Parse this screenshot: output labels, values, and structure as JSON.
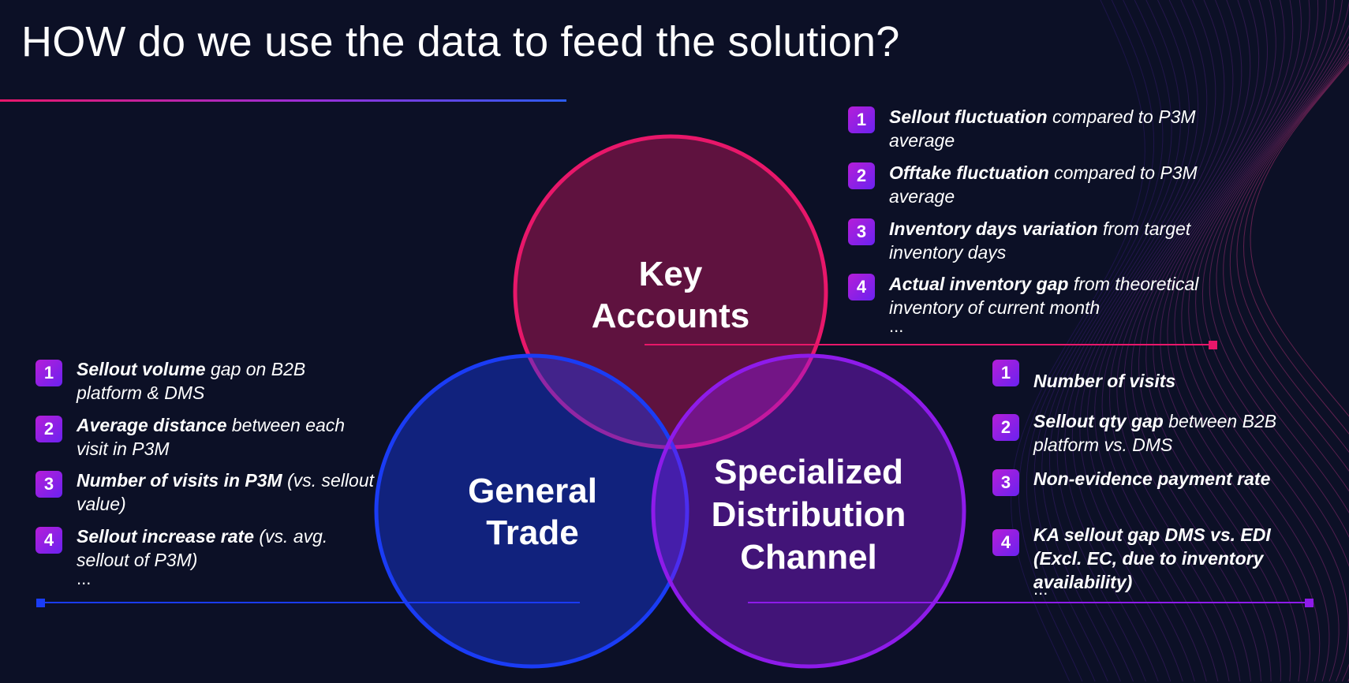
{
  "title": "HOW do we use the data to feed the solution?",
  "colors": {
    "background": "#0c1026",
    "key_accounts": "#e8176a",
    "general_trade": "#1a3cf5",
    "specialized": "#8e1bea",
    "badge": "#9a22e4"
  },
  "circles": {
    "key_accounts": {
      "line1": "Key",
      "line2": "Accounts"
    },
    "general_trade": {
      "line1": "General",
      "line2": "Trade"
    },
    "specialized": {
      "line1": "Specialized",
      "line2": "Distribution",
      "line3": "Channel"
    }
  },
  "key_accounts_list": {
    "items": [
      {
        "num": "1",
        "bold": "Sellout fluctuation",
        "rest": " compared to P3M average"
      },
      {
        "num": "2",
        "bold": "Offtake fluctuation",
        "rest": " compared to P3M average"
      },
      {
        "num": "3",
        "bold": "Inventory days variation",
        "rest": " from target inventory days"
      },
      {
        "num": "4",
        "bold": "Actual inventory gap",
        "rest": " from theoretical inventory of current month"
      }
    ],
    "ellipsis": "..."
  },
  "general_trade_list": {
    "items": [
      {
        "num": "1",
        "bold": "Sellout volume",
        "rest": " gap on B2B platform & DMS"
      },
      {
        "num": "2",
        "bold": "Average distance",
        "rest": " between each visit in P3M"
      },
      {
        "num": "3",
        "bold": "Number of visits in P3M",
        "rest": " (vs. sellout value)"
      },
      {
        "num": "4",
        "bold": "Sellout increase rate",
        "rest": " (vs. avg. sellout of P3M)"
      }
    ],
    "ellipsis": "..."
  },
  "specialized_list": {
    "items": [
      {
        "num": "1",
        "bold": "Number of visits",
        "rest": ""
      },
      {
        "num": "2",
        "bold": "Sellout qty gap",
        "rest": " between B2B platform vs. DMS"
      },
      {
        "num": "3",
        "bold": "Non-evidence payment rate",
        "rest": ""
      },
      {
        "num": "4",
        "bold": "KA sellout gap DMS vs. EDI (Excl. EC, due to inventory availability)",
        "rest": ""
      }
    ],
    "ellipsis": "..."
  }
}
